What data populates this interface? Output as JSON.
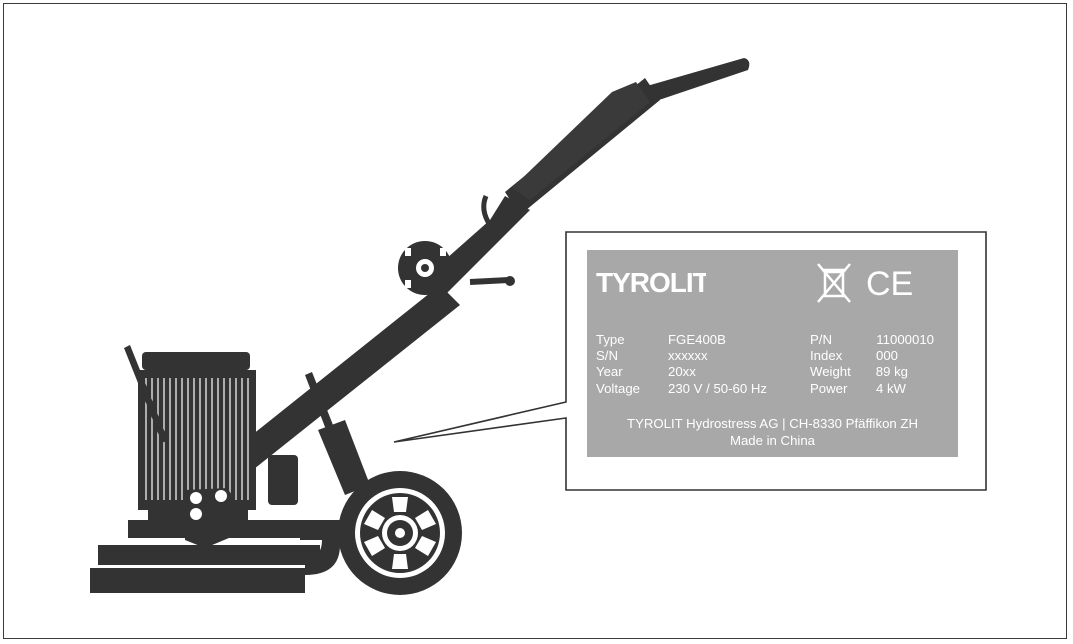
{
  "nameplate": {
    "brand": "TYROLIT",
    "icons": [
      "weee-crossed-bin-icon",
      "ce-mark-icon"
    ],
    "ce_text": "CE",
    "rows": [
      {
        "label": "Type",
        "value": "FGE400B",
        "label2": "P/N",
        "value2": "11000010"
      },
      {
        "label": "S/N",
        "value": "xxxxxx",
        "label2": "Index",
        "value2": "000"
      },
      {
        "label": "Year",
        "value": "20xx",
        "label2": "Weight",
        "value2": "89 kg"
      },
      {
        "label": "Voltage",
        "value": "230 V / 50-60 Hz",
        "label2": "Power",
        "value2": "4 kW"
      }
    ],
    "footer_line1": "TYROLIT Hydrostress AG | CH-8330 Pfäffikon ZH",
    "footer_line2": "Made in China"
  },
  "colors": {
    "machine": "#333333",
    "plate_background": "#a8a8a8",
    "plate_text": "#ffffff"
  }
}
